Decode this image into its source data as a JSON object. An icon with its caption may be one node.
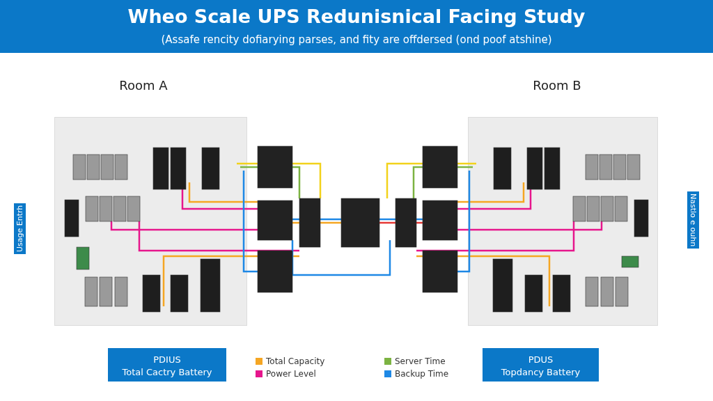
{
  "diagram": {
    "title": "Wheo Scale  UPS Redunisnical  Facing Study",
    "caption": "(Assafe rencity dofiarying parses, and fity are offdersed (ond poof atshine)",
    "nodes": [
      {
        "text": [
          "Room A"
        ]
      },
      {
        "text": [
          "Room B"
        ]
      },
      {
        "text": [
          "PDIUS",
          "Total Cactry Battery"
        ]
      },
      {
        "text": [
          "PDUS",
          "Topdancy Battery"
        ]
      }
    ],
    "labels": [
      "Usage Entrh",
      "Nastlo e ouhn"
    ],
    "legend": [
      {
        "text": "Total Capacity",
        "color": "#f5a623"
      },
      {
        "text": "Power Level",
        "color": "#e6168c"
      },
      {
        "text": "Server Time",
        "color": "#7cb342"
      },
      {
        "text": "Backup Time",
        "color": "#1e88e5"
      }
    ]
  }
}
